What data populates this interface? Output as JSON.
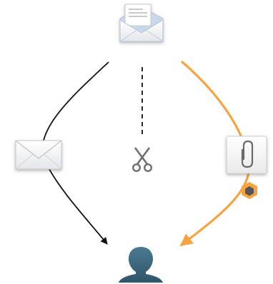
{
  "diagram": {
    "nodes": [
      {
        "id": "source",
        "icon": "open-envelope-letter-icon"
      },
      {
        "id": "direct-channel",
        "icon": "envelope-icon"
      },
      {
        "id": "cut-channel",
        "icon": "scissors-icon"
      },
      {
        "id": "attachment-channel",
        "icon": "paperclip-attachment-icon",
        "badge_icon": "cube-badge-icon"
      },
      {
        "id": "recipient",
        "icon": "user-icon"
      }
    ],
    "edges": [
      {
        "from": "source",
        "to": "recipient",
        "via": "direct-channel",
        "style": "solid",
        "arrow": true,
        "color": "#111111"
      },
      {
        "from": "source",
        "to": "cut-channel",
        "style": "dashed",
        "arrow": false,
        "color": "#111111"
      },
      {
        "from": "source",
        "to": "recipient",
        "via": "attachment-channel",
        "style": "solid",
        "arrow": true,
        "color": "#f5a441"
      }
    ],
    "colors": {
      "envelope_face": "#f4f4f4",
      "envelope_blue": "#c7d7ea",
      "scissors": "#6f6f6f",
      "user": "#3f6a80",
      "badge": "#f5a441",
      "badge_dark": "#555555"
    }
  }
}
